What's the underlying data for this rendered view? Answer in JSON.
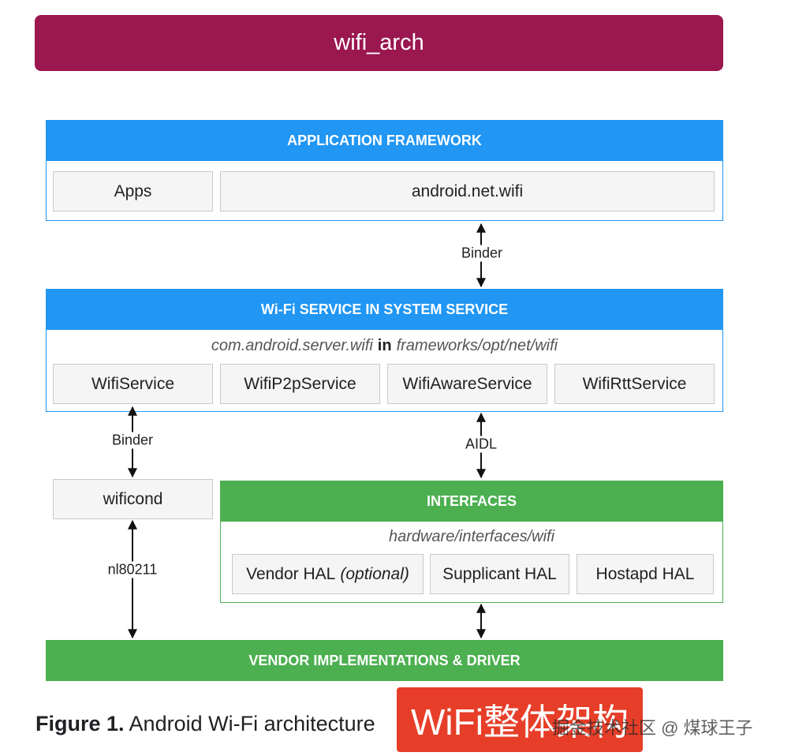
{
  "title": "wifi_arch",
  "app_framework": {
    "header": "APPLICATION FRAMEWORK",
    "apps": "Apps",
    "android_net_wifi": "android.net.wifi"
  },
  "binder_top": "Binder",
  "wifi_service": {
    "header": "Wi-Fi SERVICE IN SYSTEM SERVICE",
    "path_left": "com.android.server.wifi",
    "path_in": "in",
    "path_right": "frameworks/opt/net/wifi",
    "services": [
      "WifiService",
      "WifiP2pService",
      "WifiAwareService",
      "WifiRttService"
    ]
  },
  "binder_left": "Binder",
  "aidl": "AIDL",
  "wificond": "wificond",
  "nl80211": "nl80211",
  "interfaces": {
    "header": "INTERFACES",
    "path": "hardware/interfaces/wifi",
    "vendor_hal": "Vendor HAL",
    "vendor_hal_optional": "(optional)",
    "supplicant_hal": "Supplicant HAL",
    "hostapd_hal": "Hostapd HAL"
  },
  "vendor": "VENDOR IMPLEMENTATIONS & DRIVER",
  "caption": {
    "label": "Figure 1.",
    "text": "Android Wi-Fi architecture"
  },
  "stamp": "WiFi整体架构",
  "watermark": "掘金技术社区 @ 煤球王子"
}
